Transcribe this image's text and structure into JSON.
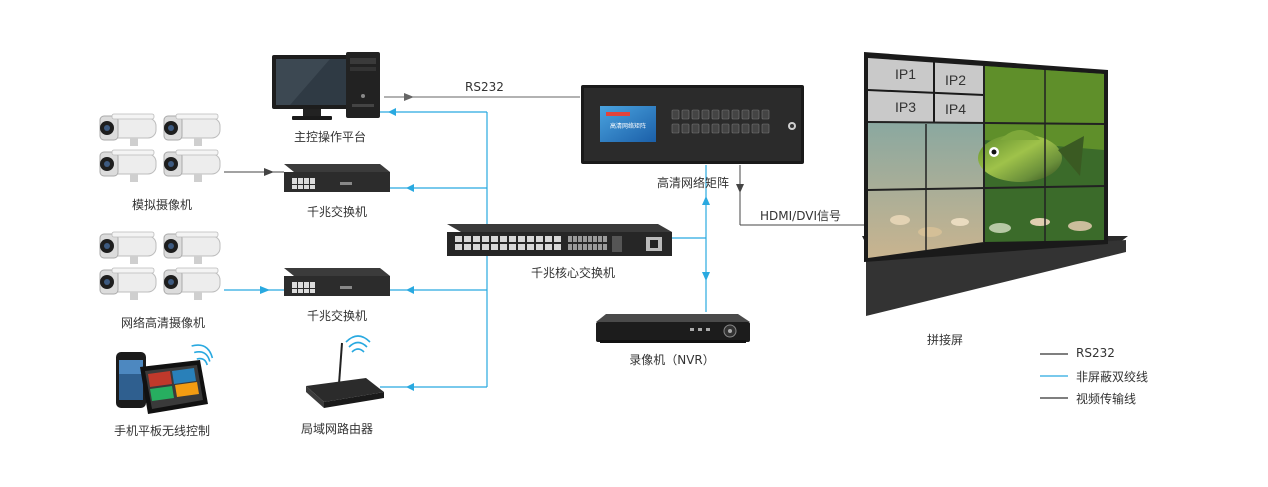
{
  "colors": {
    "rs232_line": "#555555",
    "network_line": "#29a9e0",
    "video_line": "#444444",
    "device_dark": "#2a2a2a",
    "camera_body": "#e9e9e9"
  },
  "labels": {
    "rs232": "RS232",
    "hdmi_dvi": "HDMI/DVI信号",
    "console": "主控操作平台",
    "matrix": "高清网络矩阵",
    "analog_camera": "模拟摄像机",
    "switch_top": "千兆交换机",
    "core_switch": "千兆核心交换机",
    "ip_camera": "网络高清摄像机",
    "switch_bottom": "千兆交换机",
    "nvr": "录像机（NVR）",
    "mobile": "手机平板无线控制",
    "router": "局域网路由器",
    "video_wall": "拼接屏"
  },
  "video_wall_cells": [
    "IP1",
    "IP2",
    "IP3",
    "IP4"
  ],
  "matrix_screen_text": "高清网络矩阵",
  "legend": [
    {
      "label": "RS232",
      "color": "#333333"
    },
    {
      "label": "非屏蔽双绞线",
      "color": "#29a9e0"
    },
    {
      "label": "视频传输线",
      "color": "#333333"
    }
  ],
  "icons": [
    "monitor-icon",
    "pc-tower-icon",
    "camera-icon",
    "switch-icon",
    "core-switch-icon",
    "matrix-icon",
    "nvr-icon",
    "router-icon",
    "wifi-icon",
    "tablet-icon",
    "phone-icon",
    "video-wall-icon"
  ]
}
